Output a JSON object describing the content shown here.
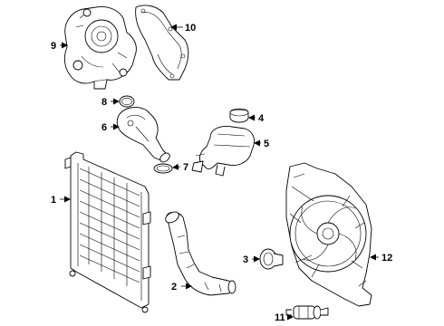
{
  "callouts": [
    {
      "id": "1",
      "part": "radiator"
    },
    {
      "id": "2",
      "part": "lower-hose"
    },
    {
      "id": "3",
      "part": "thermostat"
    },
    {
      "id": "4",
      "part": "reservoir-cap"
    },
    {
      "id": "5",
      "part": "coolant-reservoir"
    },
    {
      "id": "6",
      "part": "thermostat-housing-pipe"
    },
    {
      "id": "7",
      "part": "pipe-seal-ring"
    },
    {
      "id": "8",
      "part": "o-ring"
    },
    {
      "id": "9",
      "part": "water-pump"
    },
    {
      "id": "10",
      "part": "pump-cover"
    },
    {
      "id": "11",
      "part": "auxiliary-pump"
    },
    {
      "id": "12",
      "part": "fan-shroud-assembly"
    }
  ]
}
